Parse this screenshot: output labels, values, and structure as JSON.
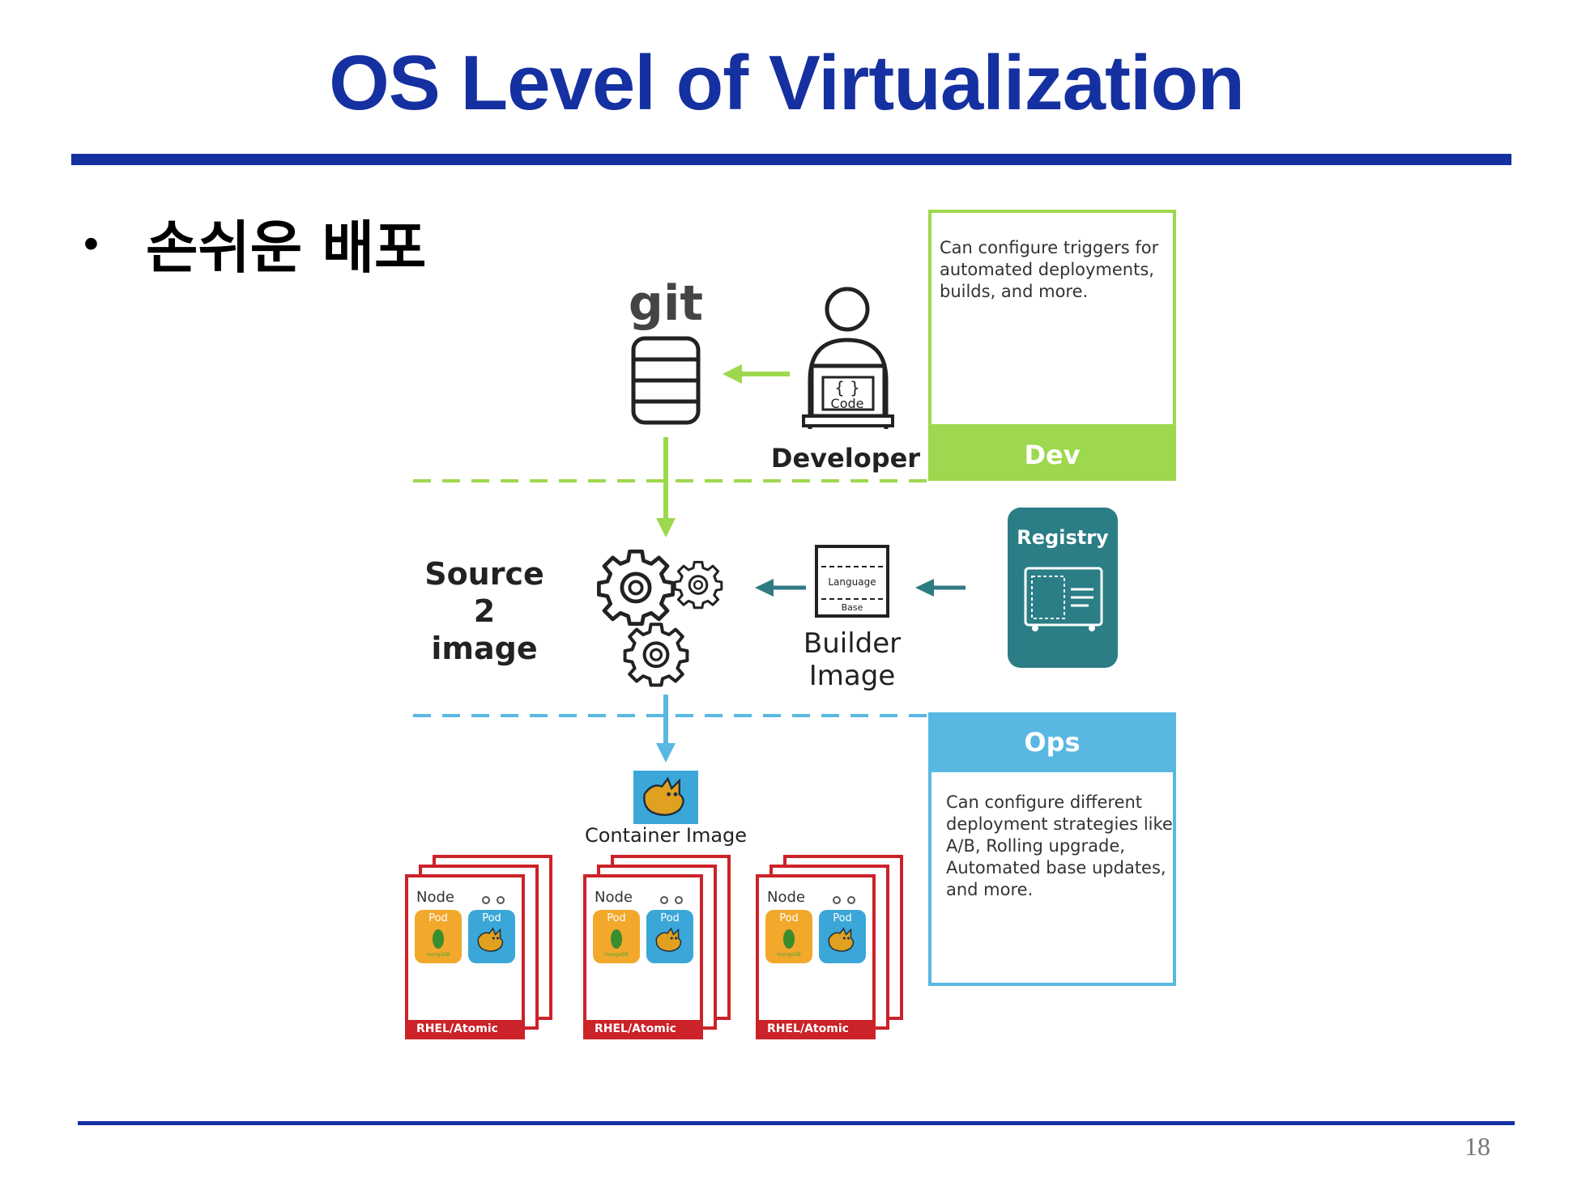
{
  "slide": {
    "title": "OS Level of Virtualization",
    "bullet": "손쉬운 배포",
    "page_number": "18"
  },
  "diagram": {
    "git_label": "git",
    "developer": {
      "label": "Developer",
      "laptop_text": "Code",
      "laptop_glyph": "{ }"
    },
    "dev_panel": {
      "header": "Dev",
      "text_lines": [
        "Can configure triggers for",
        "automated deployments,",
        "builds, and  more."
      ]
    },
    "s2i_label": [
      "Source",
      "2",
      "image"
    ],
    "builder_image": {
      "label_lines": [
        "Builder",
        "Image"
      ],
      "box_top": "Language",
      "box_bottom": "Base"
    },
    "registry_label": "Registry",
    "ops_panel": {
      "header": "Ops",
      "text_lines": [
        "Can configure different",
        "deployment strategies like",
        "A/B, Rolling upgrade,",
        "Automated base updates,",
        "and more."
      ]
    },
    "container_image_label": "Container Image",
    "nodes": [
      {
        "node": "Node",
        "pod_left": "Pod",
        "pod_right": "Pod",
        "mongo": "mongoDB",
        "footer": "RHEL/Atomic"
      },
      {
        "node": "Node",
        "pod_left": "Pod",
        "pod_right": "Pod",
        "mongo": "mongoDB",
        "footer": "RHEL/Atomic"
      },
      {
        "node": "Node",
        "pod_left": "Pod",
        "pod_right": "Pod",
        "mongo": "mongoDB",
        "footer": "RHEL/Atomic"
      }
    ],
    "colors": {
      "title_blue": "#1530a0",
      "dev_green": "#9ed84e",
      "ops_blue": "#59b8e2",
      "registry_teal": "#2b7d86",
      "arrow_teal": "#2f7b84",
      "node_red": "#cc2229",
      "pod_orange": "#f2a82b",
      "pod_blue": "#3aa7d8"
    }
  }
}
